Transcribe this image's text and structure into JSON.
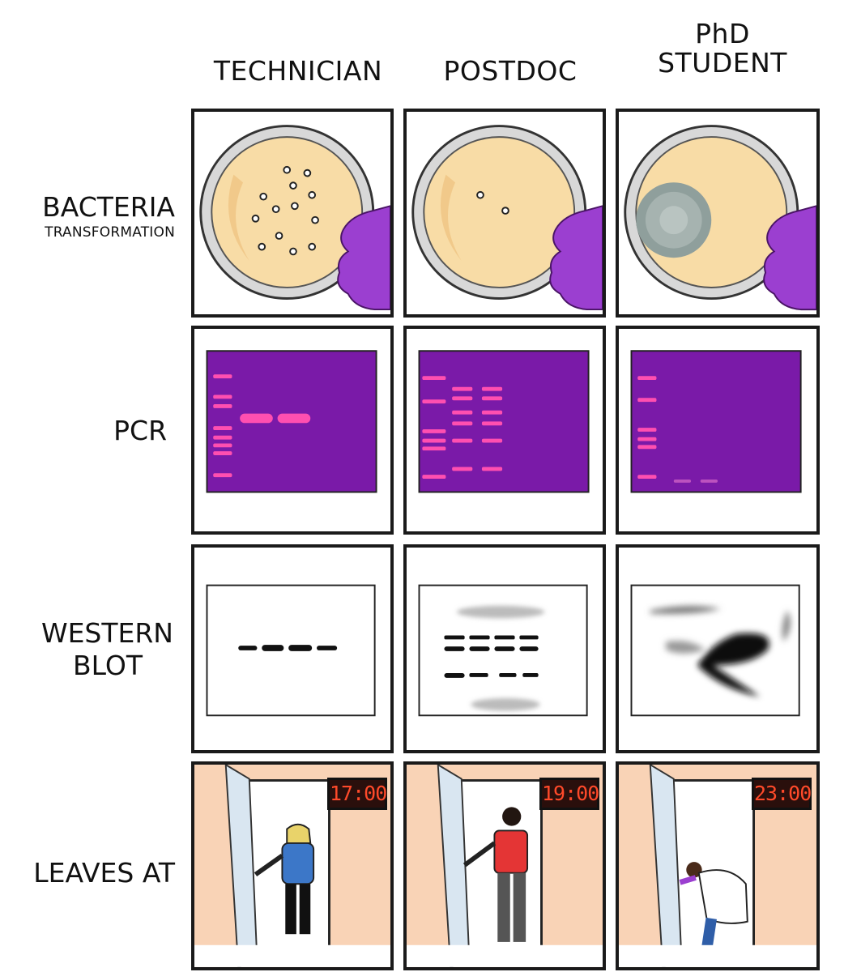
{
  "columns": [
    "TECHNICIAN",
    "POSTDOC",
    "PhD",
    "STUDENT"
  ],
  "rows": {
    "bacteria": {
      "title": "BACTERIA",
      "subtitle": "TRANSFORMATION"
    },
    "pcr": {
      "title": "PCR"
    },
    "western": {
      "line1": "WESTERN",
      "line2": "BLOT"
    },
    "leaves": {
      "title": "LEAVES AT"
    }
  },
  "clocks": [
    "17:00",
    "19:00",
    "23:00"
  ],
  "colors": {
    "agar": "#f8dca6",
    "gel": "#7a1aa8",
    "glove": "#9b3fd0",
    "wall": "#f9d3b6",
    "mold": "#8f9f9c"
  }
}
